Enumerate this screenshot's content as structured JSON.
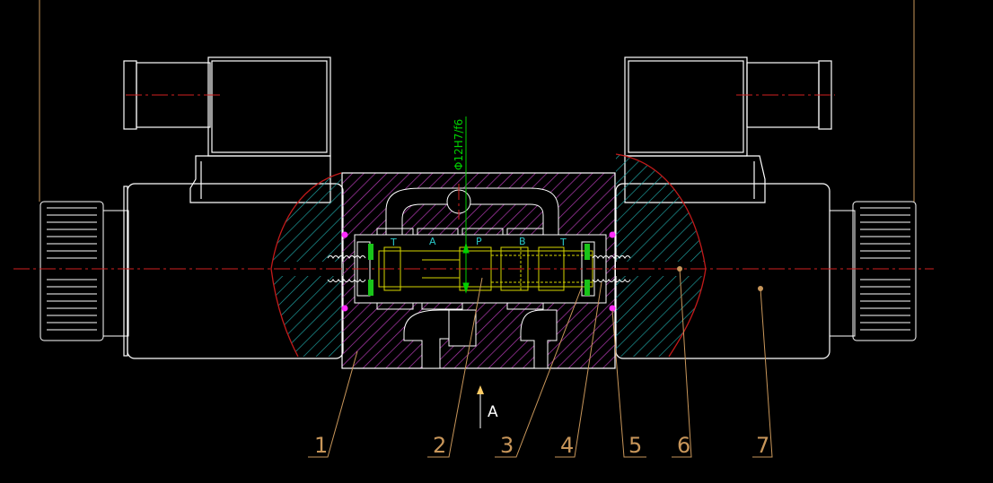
{
  "drawing": {
    "fit_annotation": "Φ12H7/f6",
    "view_direction_label": "A",
    "port_labels": [
      "T",
      "A",
      "P",
      "B",
      "T"
    ],
    "callouts": [
      "1",
      "2",
      "3",
      "4",
      "5",
      "6",
      "7"
    ]
  },
  "colors": {
    "background": "#000000",
    "outline": "#ffffff",
    "valve_body_hatch": "#b23ab2",
    "end_cap_hatch": "#1fa6a6",
    "spool": "#d6d600",
    "centerline": "#d21f1f",
    "dimension": "#00d000",
    "callout_leader": "#c8965a",
    "port_text": "#29c8c8",
    "marker": "#ff2aff",
    "seal": "#19c419"
  }
}
